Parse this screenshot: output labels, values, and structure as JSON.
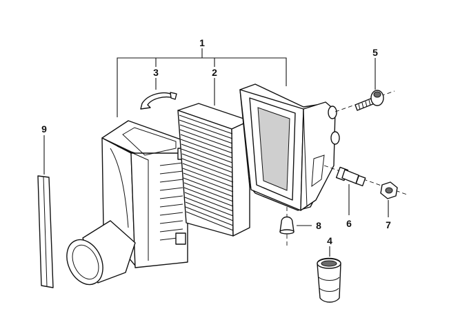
{
  "diagram": {
    "callouts": [
      {
        "id": "c1",
        "label": "1"
      },
      {
        "id": "c2",
        "label": "2"
      },
      {
        "id": "c3",
        "label": "3"
      },
      {
        "id": "c4",
        "label": "4"
      },
      {
        "id": "c5",
        "label": "5"
      },
      {
        "id": "c6",
        "label": "6"
      },
      {
        "id": "c7",
        "label": "7"
      },
      {
        "id": "c8",
        "label": "8"
      },
      {
        "id": "c9",
        "label": "9"
      }
    ],
    "colors": {
      "ink": "#111111",
      "paper": "#ffffff",
      "shade": "#cfcfcf"
    }
  }
}
